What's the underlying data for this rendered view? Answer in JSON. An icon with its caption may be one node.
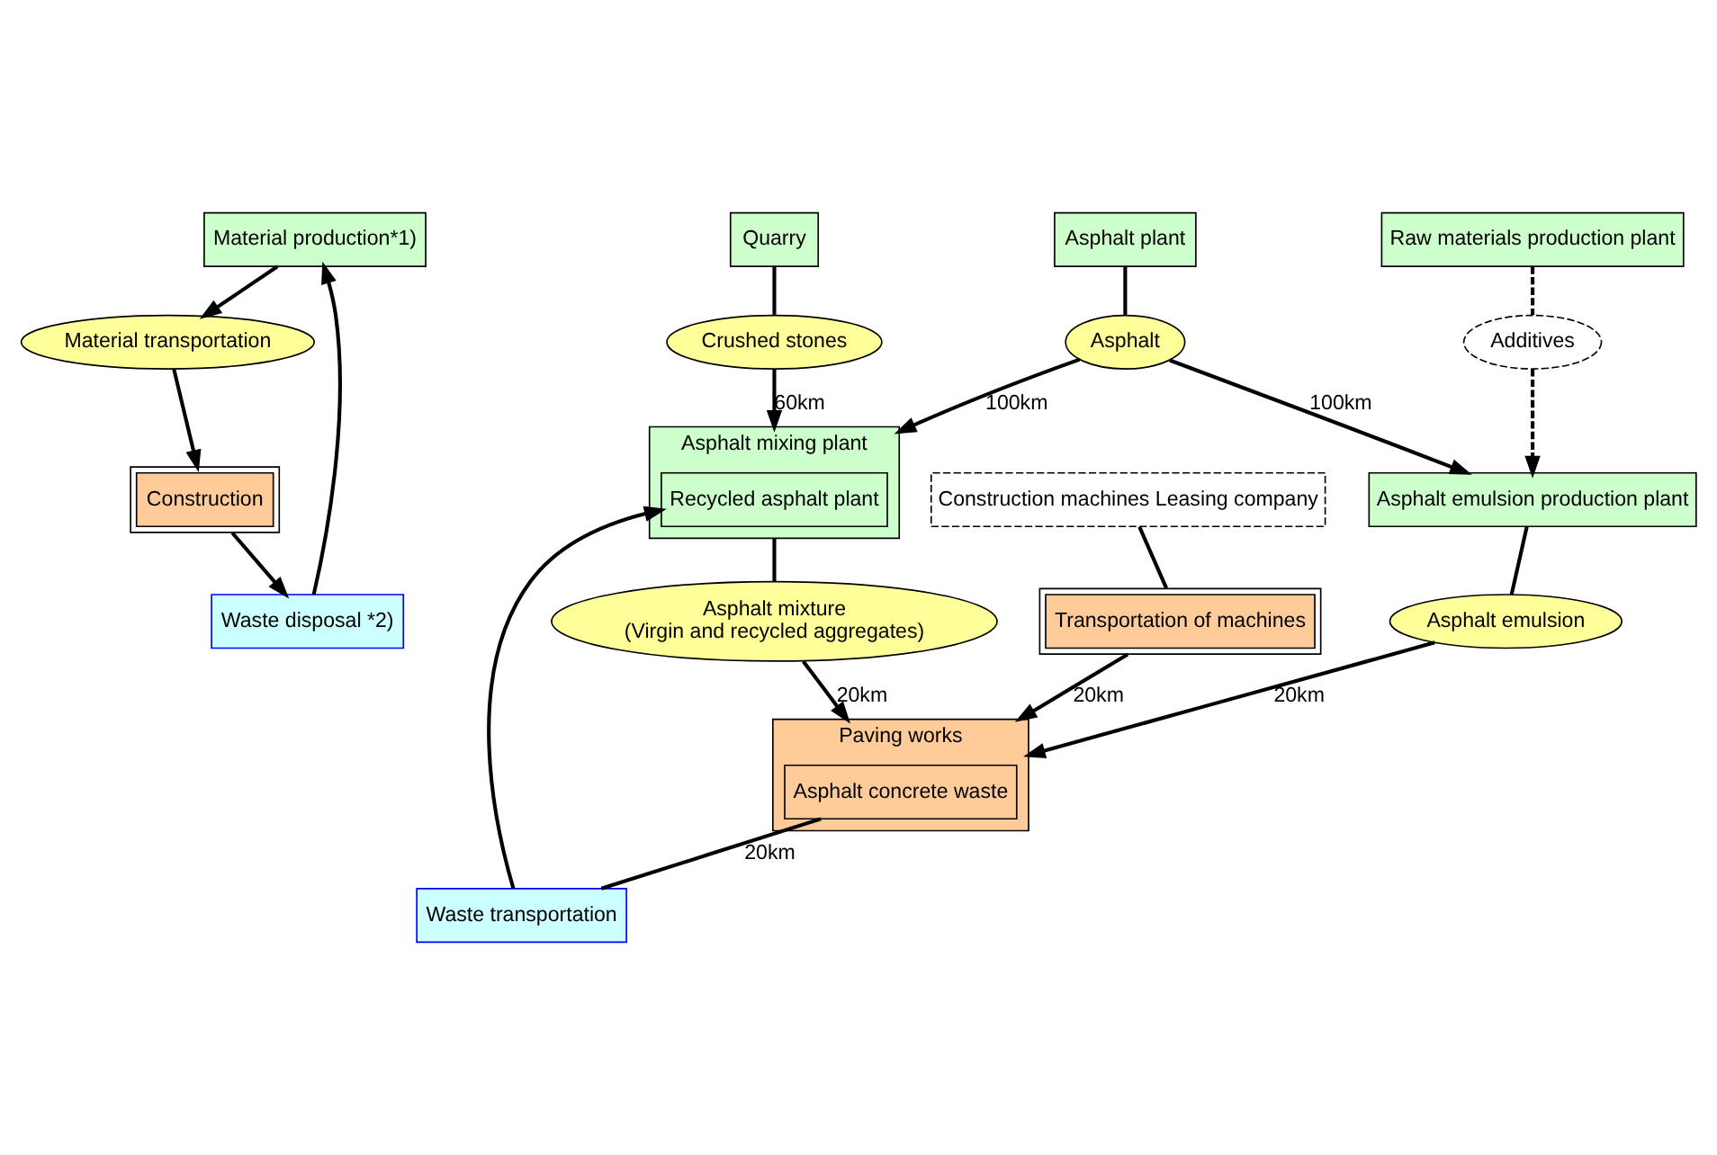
{
  "diagram": {
    "nodes": [
      {
        "text": [
          "Material production*1)"
        ]
      },
      {
        "text": [
          "Material transportation"
        ]
      },
      {
        "text": [
          "Construction"
        ]
      },
      {
        "text": [
          "Waste disposal *2)"
        ]
      },
      {
        "text": [
          "Quarry"
        ]
      },
      {
        "text": [
          "Asphalt plant"
        ]
      },
      {
        "text": [
          "Raw materials production plant"
        ]
      },
      {
        "text": [
          "Crushed stones"
        ]
      },
      {
        "text": [
          "Asphalt"
        ]
      },
      {
        "text": [
          "Additives"
        ]
      },
      {
        "text": [
          "Asphalt mixing plant"
        ]
      },
      {
        "text": [
          "Recycled asphalt plant"
        ],
        "in": 10
      },
      {
        "text": [
          "Asphalt emulsion production plant"
        ]
      },
      {
        "text": [
          "Asphalt mixture",
          "(Virgin and recycled aggregates)"
        ]
      },
      {
        "text": [
          "Asphalt emulsion"
        ]
      },
      {
        "text": [
          "Paving works"
        ]
      },
      {
        "text": [
          "Asphalt concrete waste"
        ],
        "in": 15
      },
      {
        "text": [
          "Transportation of machines"
        ]
      },
      {
        "text": [
          "Construction machines Leasing company"
        ]
      },
      {
        "text": [
          "Waste transportation"
        ]
      }
    ],
    "edges": [
      {
        "from": 0,
        "to": 1,
        "arrow": "to"
      },
      {
        "from": 1,
        "to": 2,
        "arrow": "to"
      },
      {
        "from": 2,
        "to": 3,
        "arrow": "to"
      },
      {
        "from": 3,
        "to": 0,
        "arrow": "to"
      },
      {
        "from": 4,
        "to": 7,
        "arrow": "none"
      },
      {
        "from": 7,
        "to": 10,
        "arrow": "to",
        "label": "60km"
      },
      {
        "from": 5,
        "to": 8,
        "arrow": "none"
      },
      {
        "from": 8,
        "to": 10,
        "arrow": "to",
        "label": "100km"
      },
      {
        "from": 8,
        "to": 12,
        "arrow": "to",
        "label": "100km"
      },
      {
        "from": 6,
        "to": 9,
        "arrow": "none",
        "style": "dashed"
      },
      {
        "from": 9,
        "to": 12,
        "arrow": "to",
        "style": "dashed"
      },
      {
        "from": 10,
        "to": 13,
        "arrow": "none"
      },
      {
        "from": 13,
        "to": 15,
        "arrow": "to",
        "label": "20km"
      },
      {
        "from": 12,
        "to": 14,
        "arrow": "none"
      },
      {
        "from": 14,
        "to": 15,
        "arrow": "to",
        "label": "20km"
      },
      {
        "from": 18,
        "to": 17,
        "arrow": "none"
      },
      {
        "from": 17,
        "to": 15,
        "arrow": "to",
        "label": "20km"
      },
      {
        "from": 16,
        "to": 19,
        "arrow": "none",
        "label": "20km"
      },
      {
        "from": 19,
        "to": 11,
        "arrow": "to"
      }
    ]
  }
}
